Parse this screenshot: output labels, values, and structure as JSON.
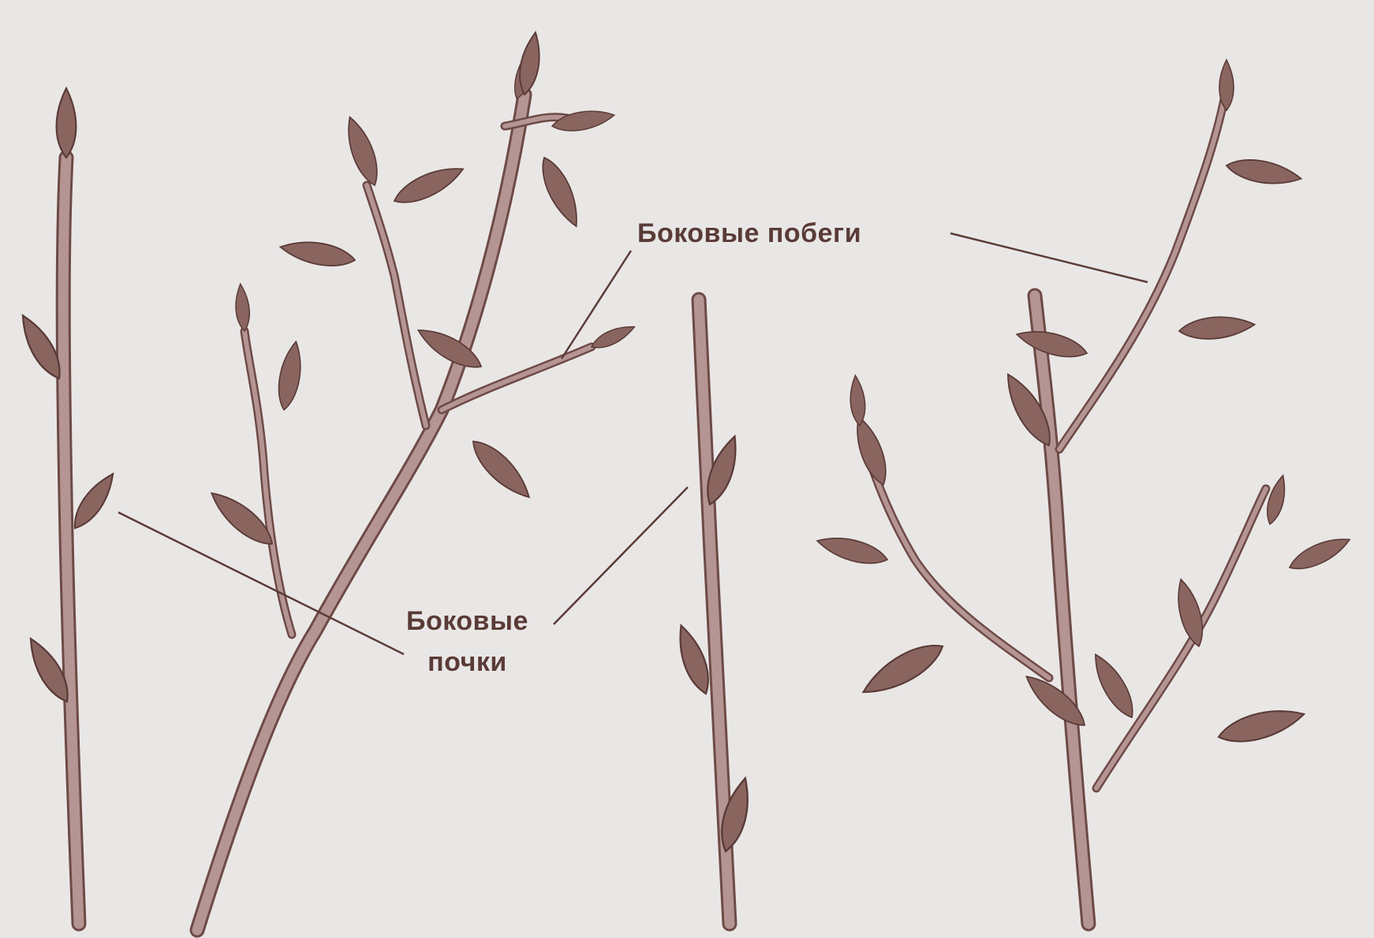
{
  "colors": {
    "background": "#e9e7e6",
    "stem": "#b59593",
    "stem_outline": "#6e4a46",
    "leaf": "#8a6560",
    "leaf_outline": "#5a3b37",
    "label": "#5a3b37"
  },
  "labels": {
    "lateral_shoots": "Боковые побеги",
    "lateral_buds_line1": "Боковые",
    "lateral_buds_line2": "почки"
  }
}
